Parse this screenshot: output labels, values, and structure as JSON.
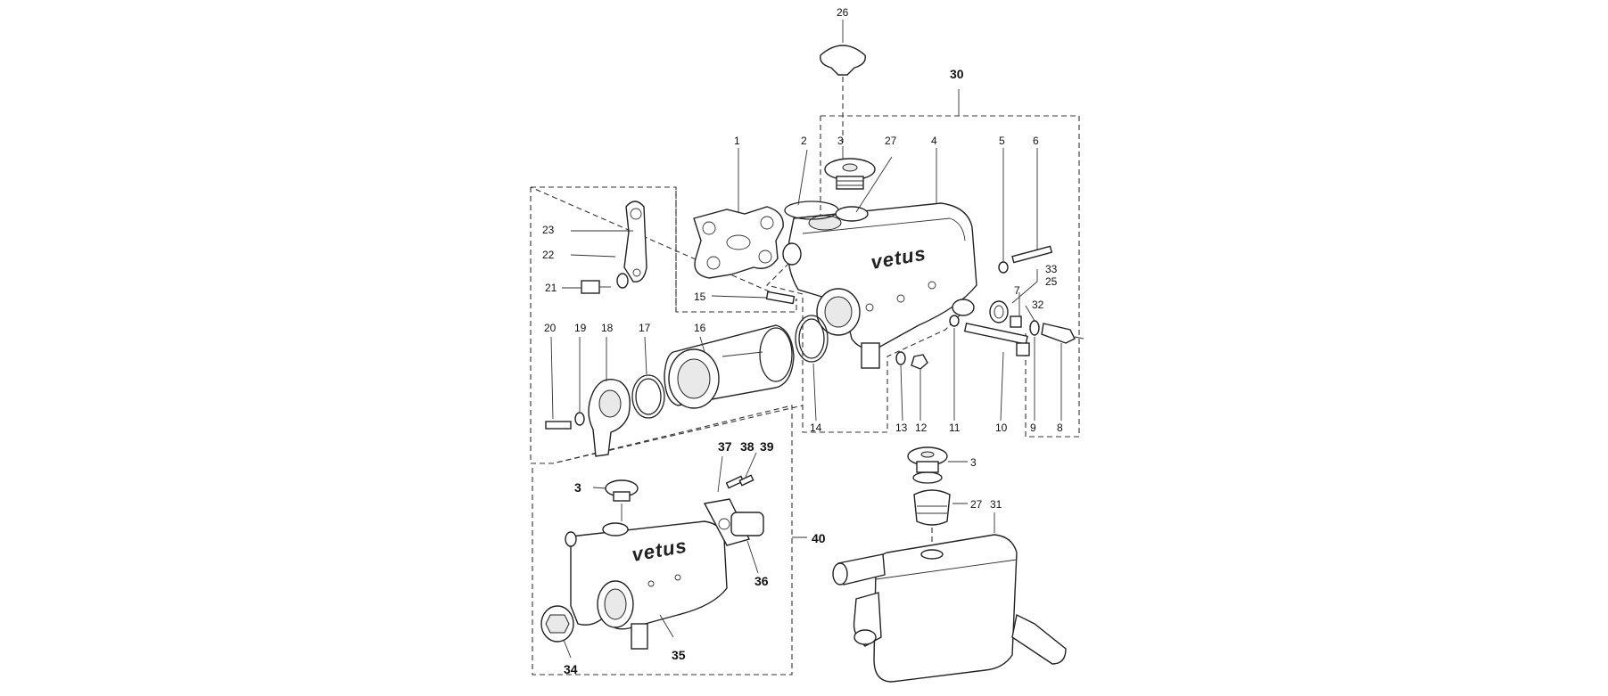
{
  "diagram": {
    "brand": "vetus",
    "labels": {
      "p1": "1",
      "p2": "2",
      "p3": "3",
      "p4": "4",
      "p5": "5",
      "p6": "6",
      "p7": "7",
      "p8": "8",
      "p9": "9",
      "p10": "10",
      "p11": "11",
      "p12": "12",
      "p13": "13",
      "p14": "14",
      "p15": "15",
      "p16": "16",
      "p17": "17",
      "p18": "18",
      "p19": "19",
      "p20": "20",
      "p21": "21",
      "p22": "22",
      "p23": "23",
      "p25": "25",
      "p26": "26",
      "p27": "27",
      "p30": "30",
      "p31": "31",
      "p32": "32",
      "p33": "33",
      "p34": "34",
      "p35": "35",
      "p36": "36",
      "p37": "37",
      "p38": "38",
      "p39": "39",
      "p40": "40",
      "p3b": "3",
      "p27b": "27",
      "p3c": "3"
    }
  }
}
